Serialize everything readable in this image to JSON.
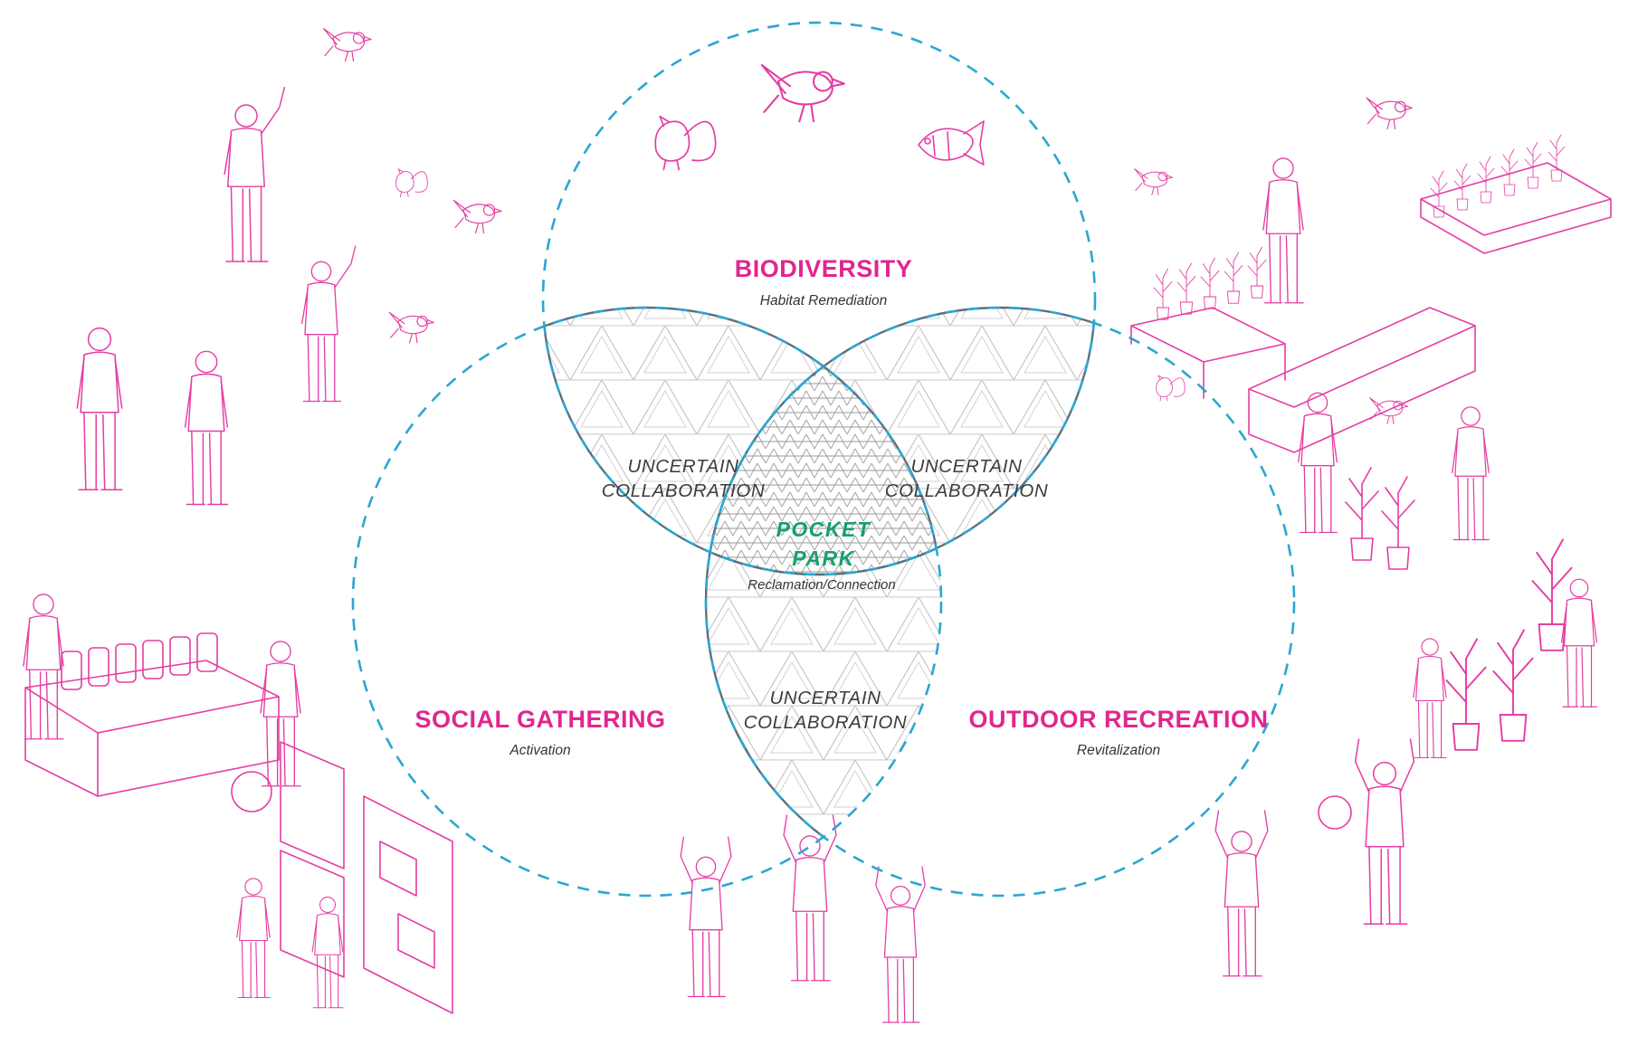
{
  "colors": {
    "accent_magenta": "#e0268f",
    "center_green": "#16a06e",
    "dashed_circle": "#2aa6d2",
    "lens_outline": "#5f6f7a",
    "hatch_gray": "#b8b8b8",
    "illustration_pink": "#e53da3"
  },
  "circles": {
    "top": {
      "title": "BIODIVERSITY",
      "subtitle": "Habitat Remediation"
    },
    "left": {
      "title": "SOCIAL GATHERING",
      "subtitle": "Activation"
    },
    "right": {
      "title": "OUTDOOR RECREATION",
      "subtitle": "Revitalization"
    }
  },
  "overlaps": {
    "top_left": {
      "line1": "UNCERTAIN",
      "line2": "COLLABORATION"
    },
    "top_right": {
      "line1": "UNCERTAIN",
      "line2": "COLLABORATION"
    },
    "bottom": {
      "line1": "UNCERTAIN",
      "line2": "COLLABORATION"
    }
  },
  "center": {
    "line1": "POCKET",
    "line2": "PARK",
    "subtitle": "Reclamation/Connection"
  },
  "illustrations": {
    "left_group": [
      "people-pointing-icon",
      "market-cart-icon",
      "art-panels-icon",
      "squirrel-icon",
      "bird-icon"
    ],
    "top_group": [
      "squirrel-icon",
      "bird-icon",
      "fish-icon"
    ],
    "right_group": [
      "planters-icon",
      "gardeners-icon",
      "basketball-player-icon",
      "bird-icon"
    ],
    "bottom_group": [
      "dancing-people-icon"
    ]
  }
}
